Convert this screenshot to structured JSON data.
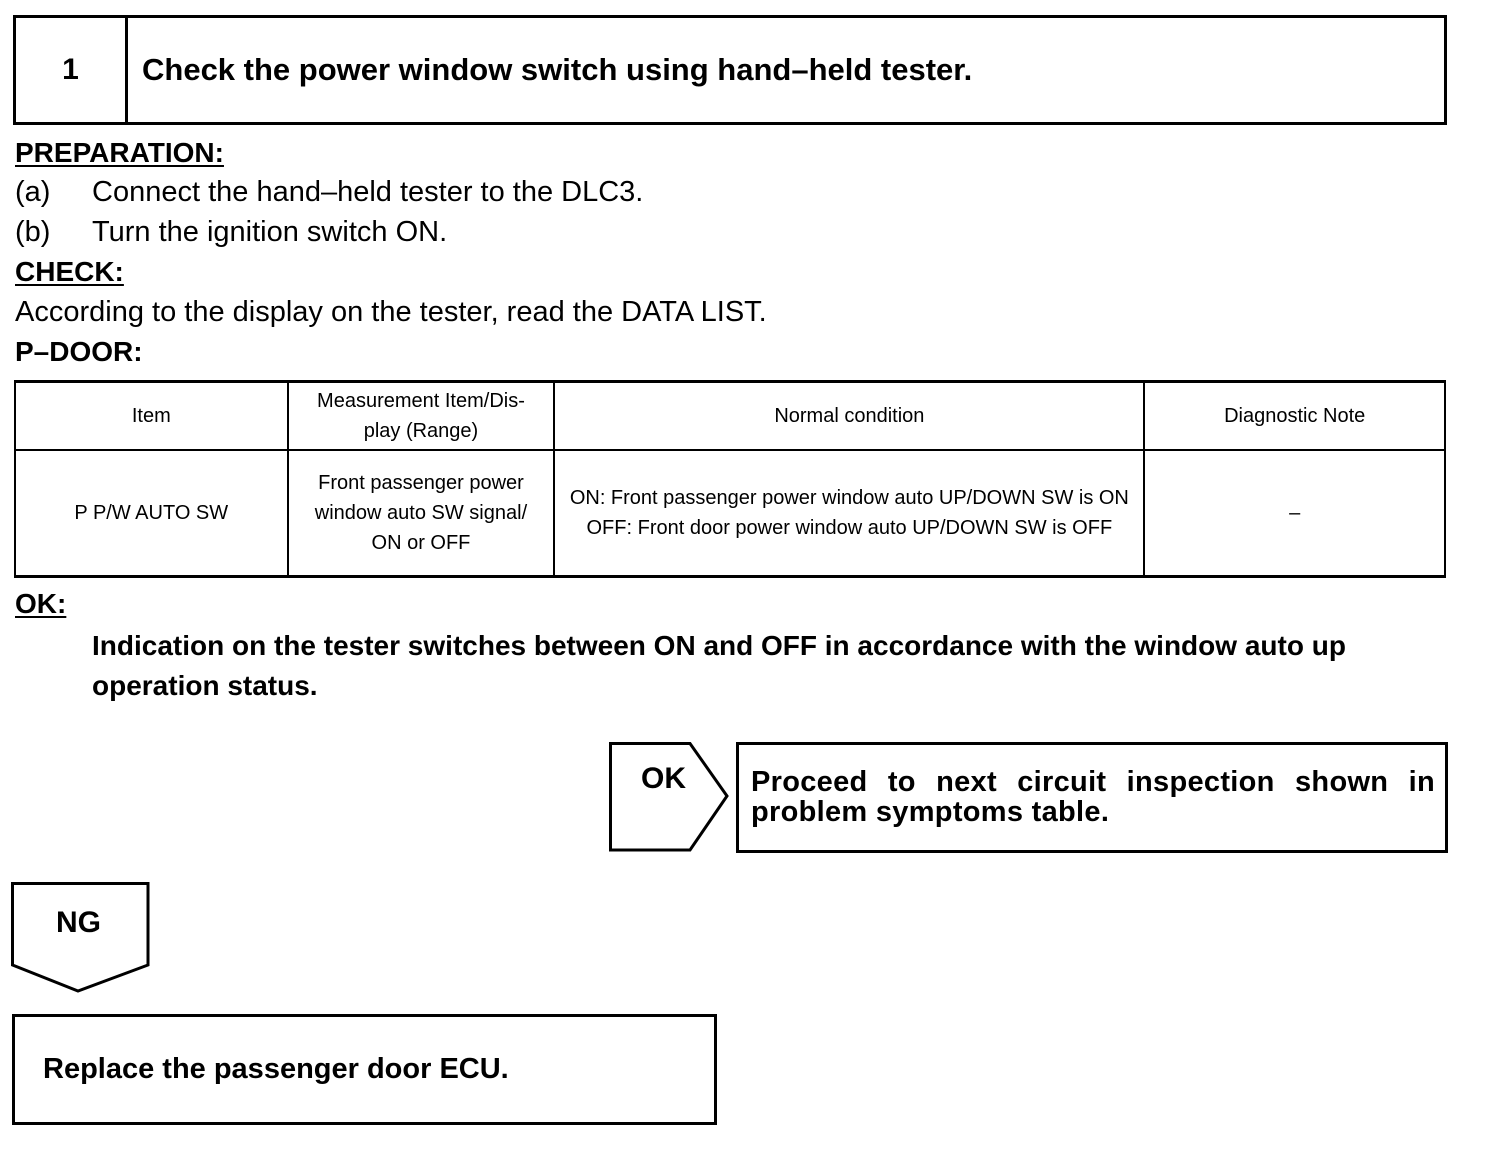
{
  "step": {
    "number": "1",
    "title": "Check the power window switch using hand–held tester."
  },
  "preparation": {
    "heading": "PREPARATION:",
    "items": [
      {
        "letter": "(a)",
        "text": "Connect the hand–held tester to the DLC3."
      },
      {
        "letter": "(b)",
        "text": "Turn the ignition switch ON."
      }
    ]
  },
  "check": {
    "heading": "CHECK:",
    "text": "According to the display on the tester, read the DATA LIST."
  },
  "table_heading": "P–DOOR:",
  "table": {
    "headers": [
      "Item",
      "Measurement Item/Dis-play (Range)",
      "Normal condition",
      "Diagnostic Note"
    ],
    "row": {
      "item": "P P/W AUTO SW",
      "measurement": "Front passenger power window auto SW signal/ ON or OFF",
      "normal_on": "ON: Front passenger power window auto UP/DOWN SW is ON",
      "normal_off": "OFF: Front door power window auto UP/DOWN SW is OFF",
      "note": "–"
    }
  },
  "ok_section": {
    "heading": "OK:",
    "text": "Indication on the tester switches between ON and OFF in accordance with the window auto up operation status."
  },
  "flow": {
    "ok_label": "OK",
    "ok_action": "Proceed to next circuit inspection shown in problem symptoms table.",
    "ng_label": "NG",
    "ng_action": "Replace the passenger door ECU."
  }
}
